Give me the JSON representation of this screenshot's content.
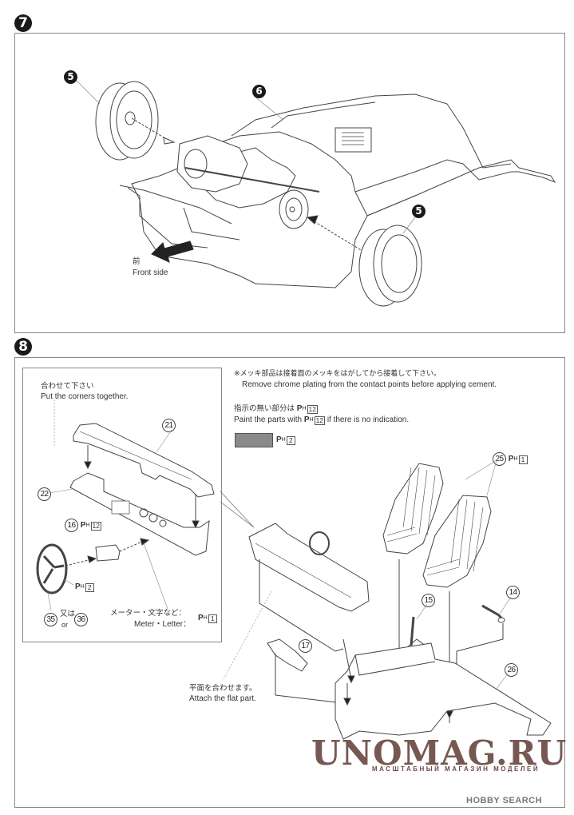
{
  "page": {
    "type": "model-kit-instruction-sheet"
  },
  "step7": {
    "number": "7",
    "callouts": [
      {
        "id": "5",
        "style": "black",
        "part": "front-wheel"
      },
      {
        "id": "6",
        "style": "black",
        "part": "chassis"
      },
      {
        "id": "5",
        "style": "black",
        "part": "rear-wheel"
      }
    ],
    "direction": {
      "jp": "前",
      "en": "Front side"
    }
  },
  "step8": {
    "number": "8",
    "notes": {
      "chrome_jp": "※メッキ部品は接着面のメッキをはがしてから接着して下さい。",
      "chrome_en": "Remove chrome plating from the contact points before applying cement.",
      "default_paint_jp_prefix": "指示の無い部分は",
      "default_paint_en_prefix": "Paint the parts with",
      "default_paint_en_suffix": "if there is no indication.",
      "default_paint_code": "12",
      "swatch_color": "#8a8a8a",
      "swatch_paint_code": "2"
    },
    "inset": {
      "corners_jp": "合わせて下さい",
      "corners_en": "Put the corners together.",
      "parts": {
        "p21": "21",
        "p22": "22",
        "p16": "16",
        "p16_paint": "12",
        "p35": "35",
        "p36": "36",
        "wheel_paint": "2"
      },
      "or_jp": "又は",
      "or_en": "or",
      "meter_jp": "メーター・文字など：",
      "meter_en": "Meter・Letter：",
      "meter_paint": "1"
    },
    "main": {
      "p25": "25",
      "p25_paint": "1",
      "p14": "14",
      "p15": "15",
      "p17": "17",
      "p26": "26",
      "flat_jp": "平面を合わせます。",
      "flat_en": "Attach the flat part."
    },
    "paint_prefix": "P",
    "paint_sub": "H"
  },
  "watermarks": {
    "main": "UNOMAG.RU",
    "sub": "МАСШТАБНЫЙ МАГАЗИН МОДЕЛЕЙ",
    "hobby": "HOBBY SEARCH"
  }
}
